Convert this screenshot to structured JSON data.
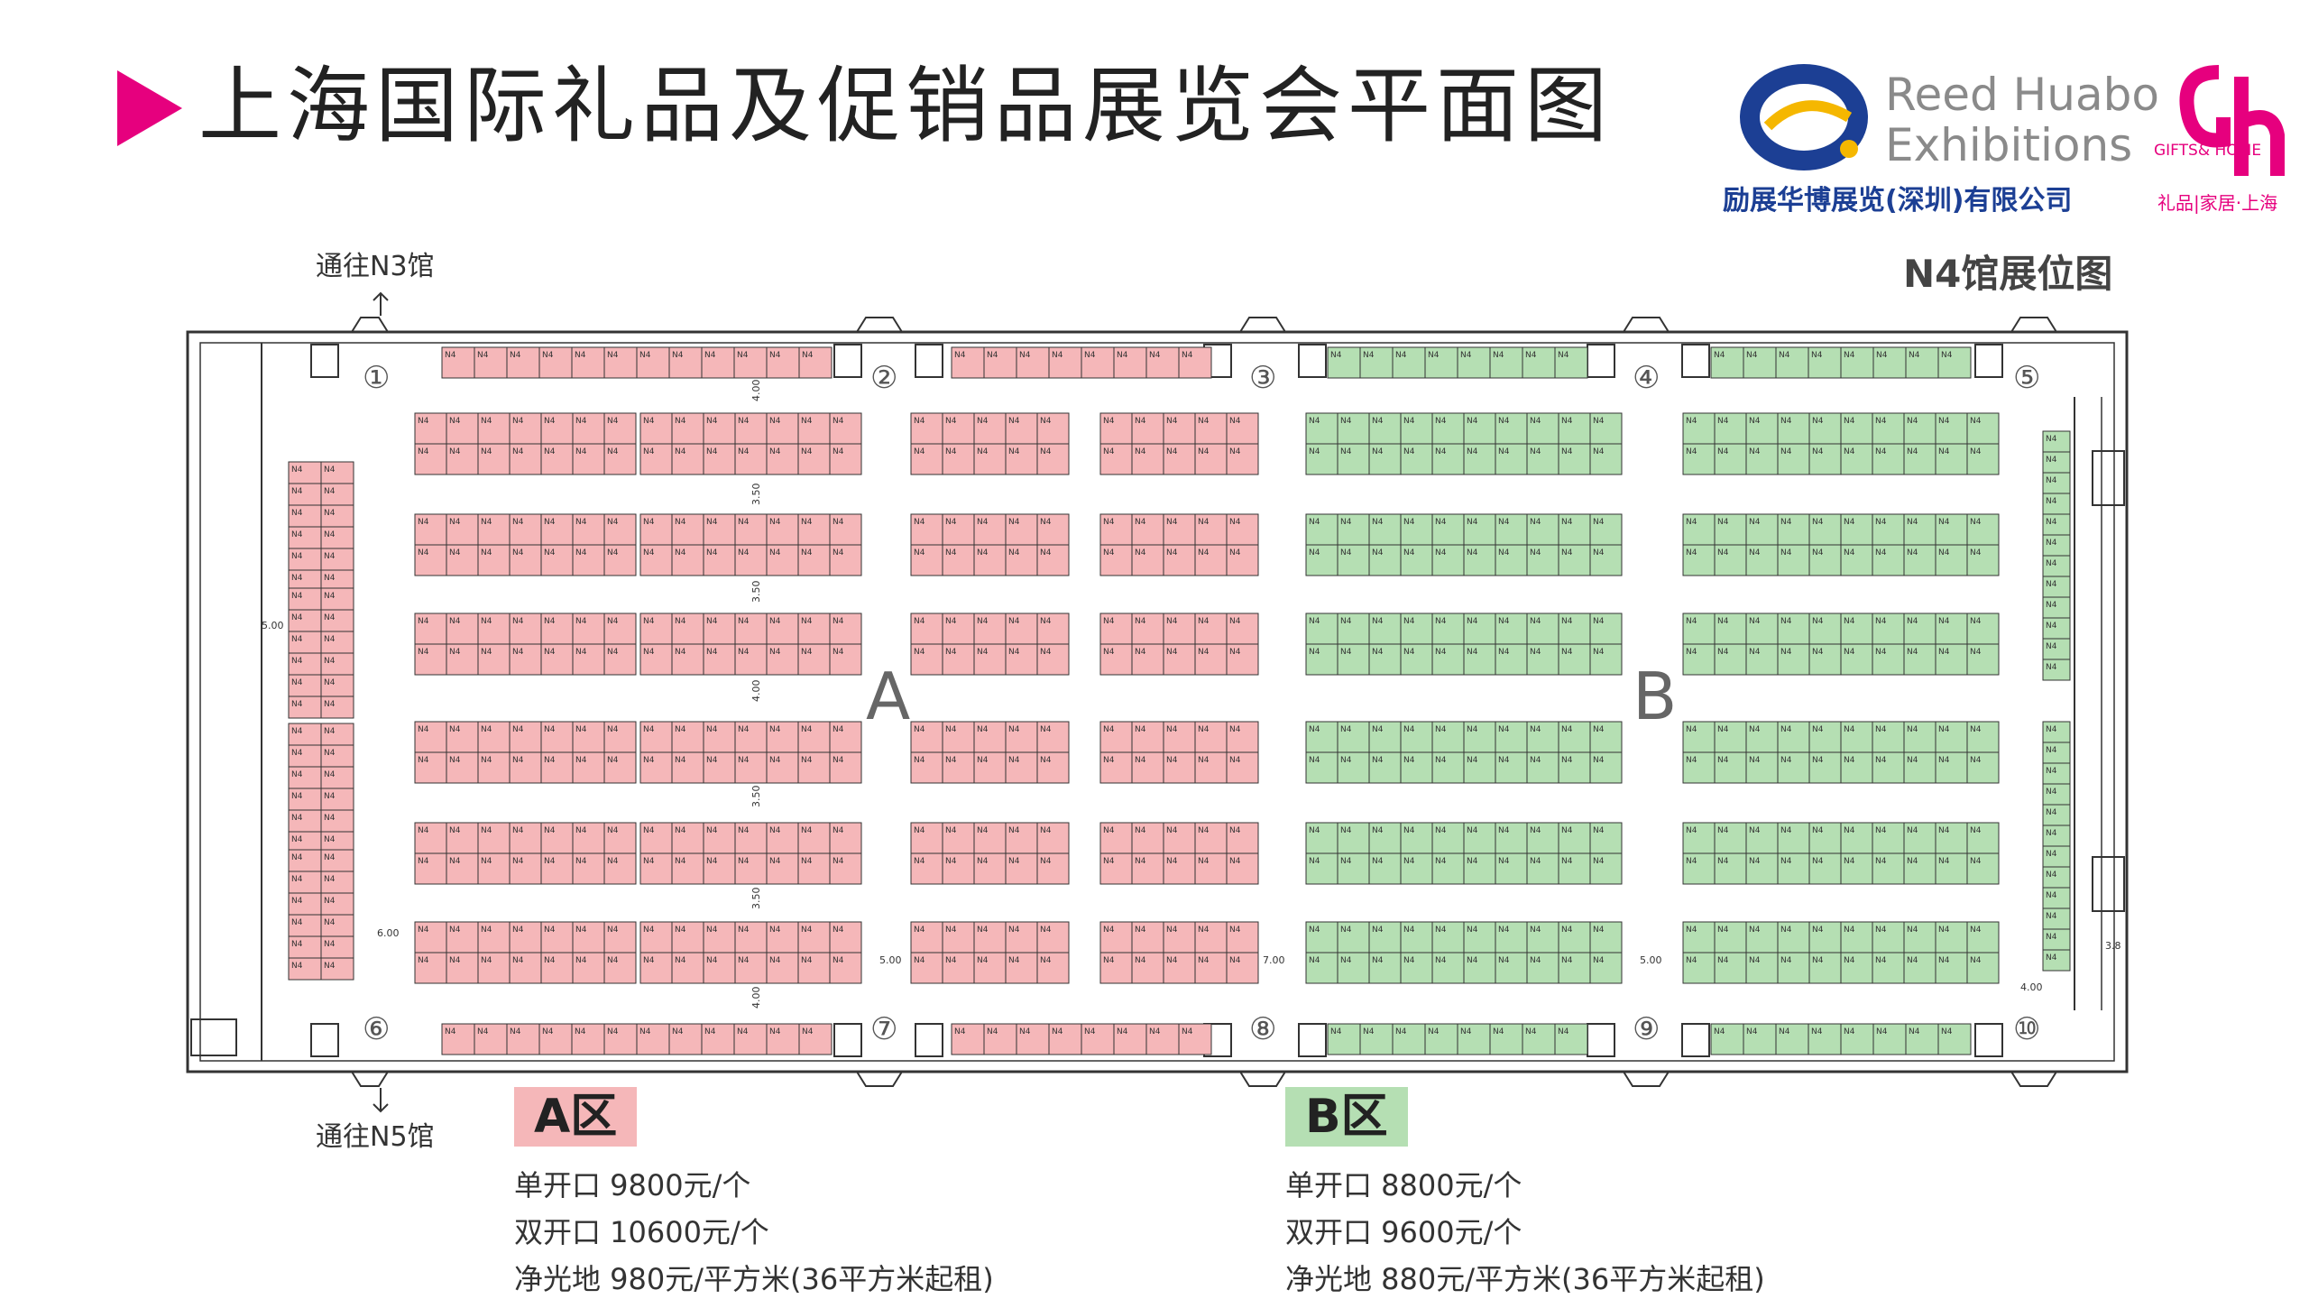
{
  "header": {
    "title": "上海国际礼品及促销品展览会平面图",
    "organizer_line1": "Reed Huabo",
    "organizer_line2": "Exhibitions",
    "organizer_cn": "励展华博展览(深圳)有限公司",
    "fair_logo_text": "GIFTS& HOME",
    "fair_logo_sub": "礼品|家居·上海"
  },
  "plan": {
    "hall_title": "N4馆展位图",
    "to_n3": "通往N3馆",
    "to_n5": "通往N5馆",
    "zone_a_letter": "A",
    "zone_b_letter": "B",
    "gate_numbers": [
      "①",
      "②",
      "③",
      "④",
      "⑤",
      "⑥",
      "⑦",
      "⑧",
      "⑨",
      "⑩"
    ],
    "dimensions": [
      "4.00",
      "3.50",
      "3.50",
      "4.00",
      "3.50",
      "3.50",
      "4.00",
      "5.00",
      "6.00",
      "7.00",
      "5.00",
      "5.00",
      "4.00",
      "3.8"
    ],
    "booth_prefix": "N4",
    "colors": {
      "zone_a": "#f5b7b9",
      "zone_b": "#b5dfb3",
      "outline": "#333333",
      "accent": "#e6007e"
    }
  },
  "pricing": {
    "a": {
      "label": "A区",
      "single": "单开口 9800元/个",
      "double": "双开口 10600元/个",
      "raw": "净光地 980元/平方米(36平方米起租)"
    },
    "b": {
      "label": "B区",
      "single": "单开口 8800元/个",
      "double": "双开口 9600元/个",
      "raw": "净光地 880元/平方米(36平方米起租)"
    }
  }
}
